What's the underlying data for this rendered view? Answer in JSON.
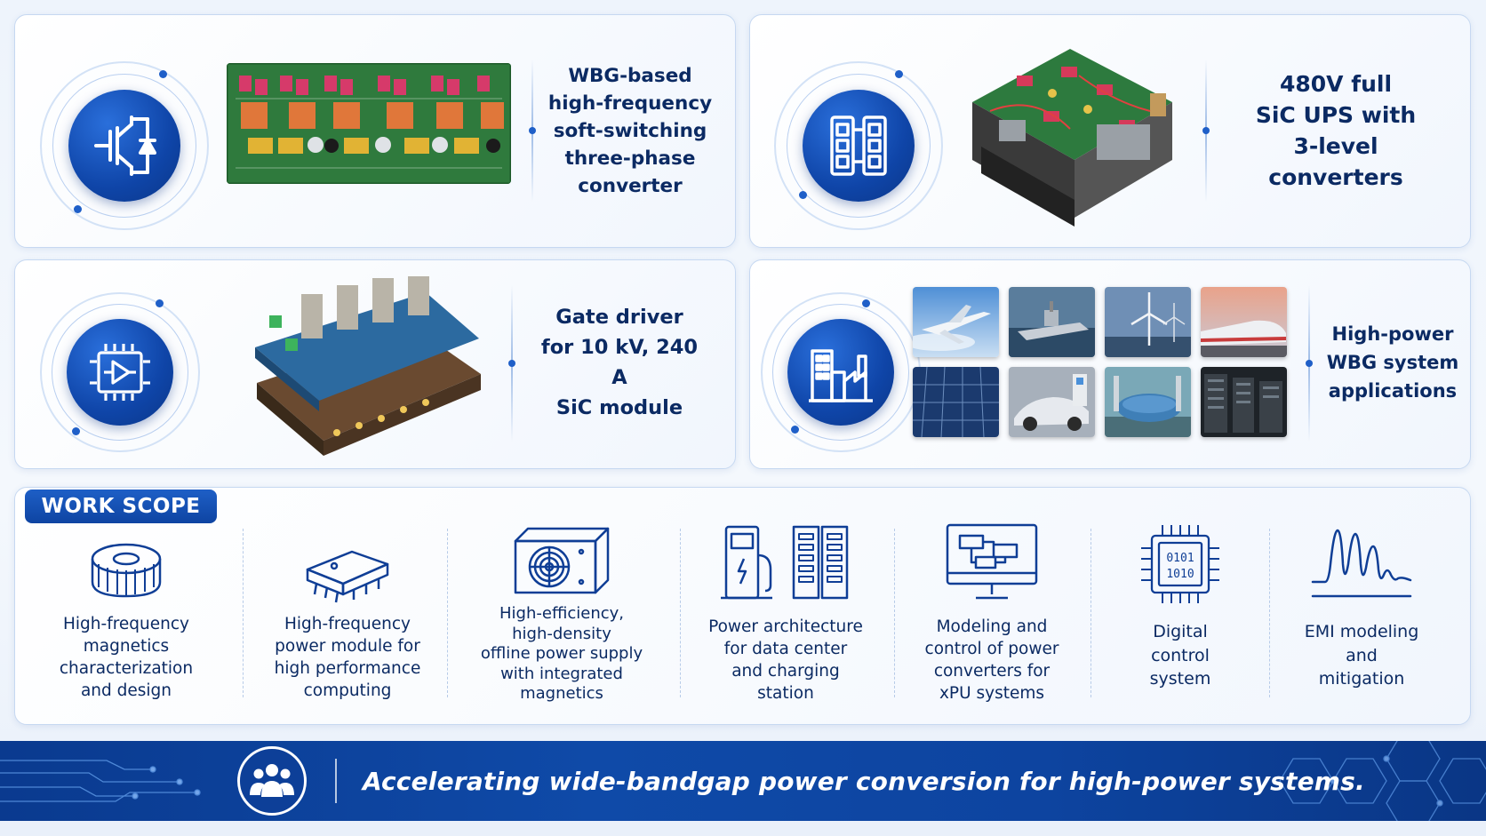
{
  "features": {
    "f1": {
      "text": "WBG-based\nhigh-frequency\nsoft-switching\nthree-phase\nconverter",
      "icon": "igbt-icon"
    },
    "f2": {
      "text": "480V full\nSiC UPS with\n3-level\nconverters",
      "icon": "three-level-converter-icon"
    },
    "f3": {
      "text": "Gate driver\nfor 10 kV, 240 A\nSiC module",
      "icon": "gate-driver-chip-icon"
    },
    "f4": {
      "text": "High-power\nWBG system\napplications",
      "icon": "industrial-building-icon"
    }
  },
  "applications": [
    {
      "name": "aircraft"
    },
    {
      "name": "ship"
    },
    {
      "name": "wind-turbines"
    },
    {
      "name": "high-speed-train"
    },
    {
      "name": "solar-panels"
    },
    {
      "name": "electric-vehicle-charging"
    },
    {
      "name": "industrial-generator"
    },
    {
      "name": "data-center"
    }
  ],
  "work_scope": {
    "title": "WORK SCOPE",
    "items": [
      {
        "label": "High-frequency\nmagnetics\ncharacterization\nand design",
        "icon": "toroid-inductor-icon"
      },
      {
        "label": "High-frequency\npower module for\nhigh performance\ncomputing",
        "icon": "power-module-icon"
      },
      {
        "label": "High-efficiency,\nhigh-density\noffline power supply\nwith integrated\nmagnetics",
        "icon": "power-supply-fan-icon"
      },
      {
        "label": "Power architecture\nfor data center\nand charging\nstation",
        "icon": "charging-station-server-icon"
      },
      {
        "label": "Modeling and\ncontrol of power\nconverters for\nxPU systems",
        "icon": "monitor-diagram-icon"
      },
      {
        "label": "Digital\ncontrol\nsystem",
        "icon": "binary-chip-icon"
      },
      {
        "label": "EMI modeling\nand\nmitigation",
        "icon": "emi-waveform-icon"
      }
    ]
  },
  "footer": {
    "text": "Accelerating wide-bandgap power conversion for high-power systems.",
    "icon": "team-icon"
  },
  "colors": {
    "primary": "#0f45a8",
    "dark_text": "#0b2a63",
    "border": "#c6d8f1"
  }
}
